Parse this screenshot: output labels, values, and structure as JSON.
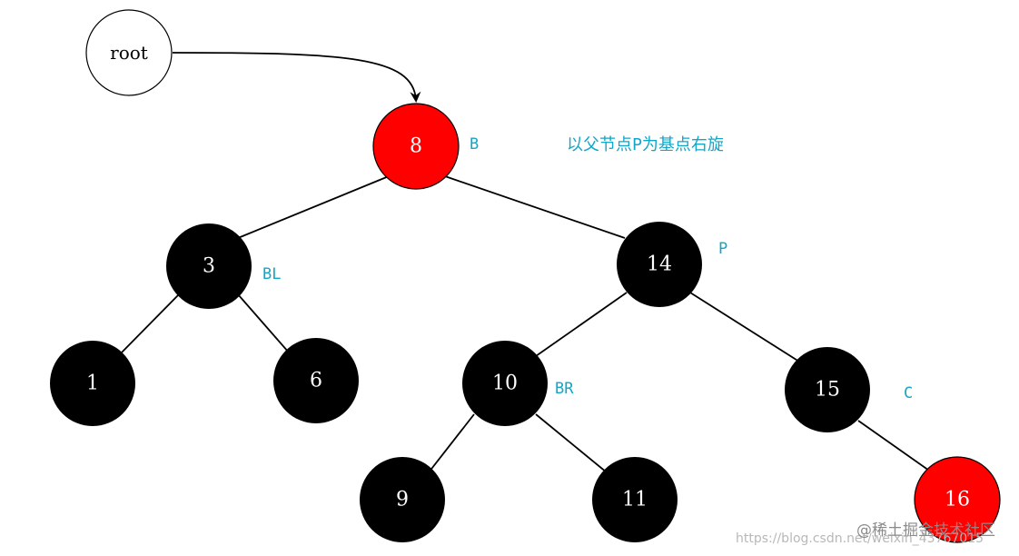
{
  "nodes": {
    "root": {
      "label": "root",
      "color": "#ffffff"
    },
    "n8": {
      "label": "8",
      "color": "#ff0000"
    },
    "n3": {
      "label": "3",
      "color": "#000000"
    },
    "n14": {
      "label": "14",
      "color": "#000000"
    },
    "n1": {
      "label": "1",
      "color": "#000000"
    },
    "n6": {
      "label": "6",
      "color": "#000000"
    },
    "n10": {
      "label": "10",
      "color": "#000000"
    },
    "n15": {
      "label": "15",
      "color": "#000000"
    },
    "n9": {
      "label": "9",
      "color": "#000000"
    },
    "n11": {
      "label": "11",
      "color": "#000000"
    },
    "n16": {
      "label": "16",
      "color": "#ff0000"
    }
  },
  "tags": {
    "b": "B",
    "bl": "BL",
    "p": "P",
    "br": "BR",
    "c": "C"
  },
  "note": "以父节点P为基点右旋",
  "watermark": {
    "url": "https://blog.csdn.net/weixin_43767015",
    "brand": "@稀土掘金技术社区"
  },
  "colors": {
    "red": "#ff0000",
    "black": "#000000",
    "tag": "#12a6c8"
  }
}
